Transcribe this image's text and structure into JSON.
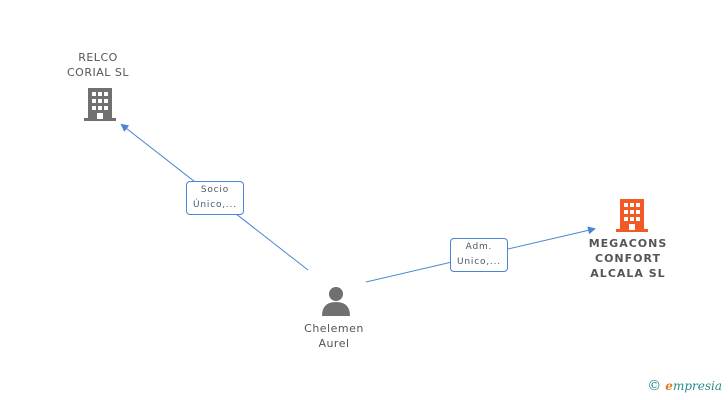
{
  "nodes": {
    "relco": {
      "line1": "RELCO",
      "line2": "CORIAL SL",
      "color": "#707070"
    },
    "megacons": {
      "line1": "MEGACONS",
      "line2": "CONFORT",
      "line3": "ALCALA SL",
      "color": "#f15a24"
    },
    "person": {
      "line1": "Chelemen",
      "line2": "Aurel",
      "color": "#707070"
    }
  },
  "edges": {
    "socio": {
      "line1": "Socio",
      "line2": "Único,..."
    },
    "adm": {
      "line1": "Adm.",
      "line2": "Unico,..."
    }
  },
  "brand": {
    "copyright": "©",
    "first_letter": "e",
    "rest": "mpresia"
  },
  "colors": {
    "edge": "#4a86d4"
  }
}
